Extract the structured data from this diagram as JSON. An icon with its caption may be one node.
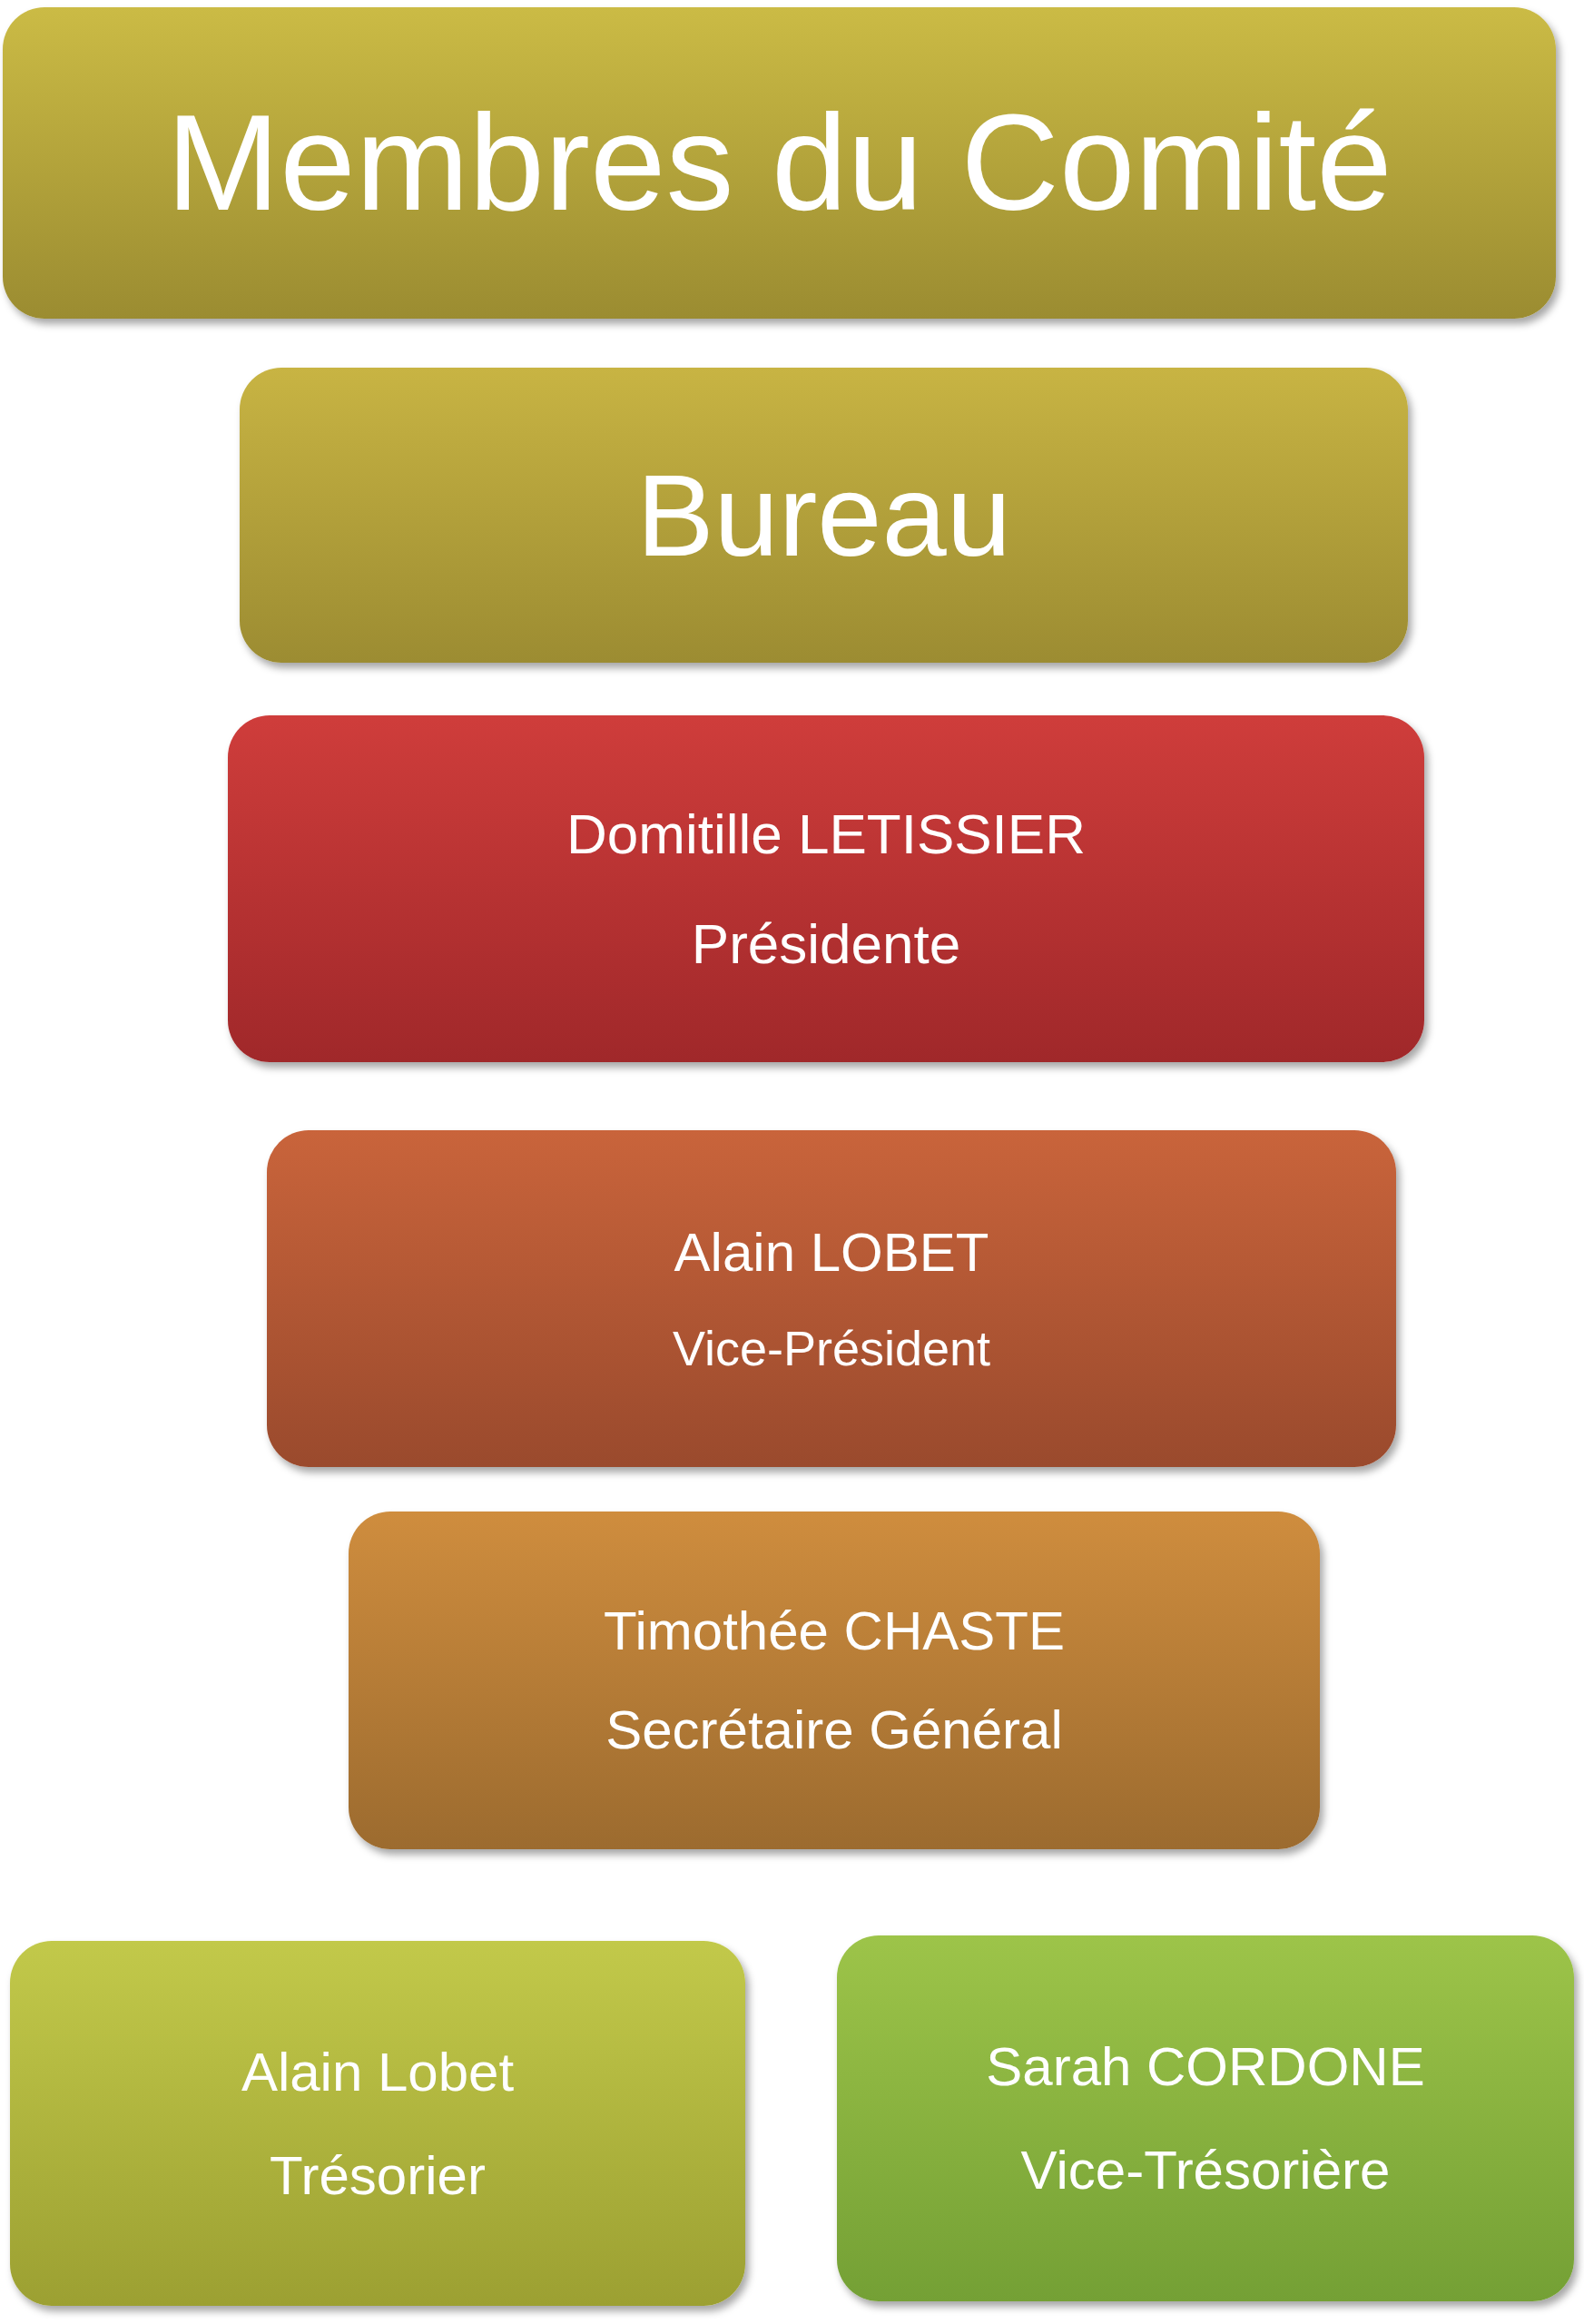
{
  "diagram": {
    "nodes": [
      {
        "text": [
          "Membres du Comité"
        ]
      },
      {
        "text": [
          "Bureau"
        ]
      },
      {
        "text": [
          "Domitille LETISSIER",
          "Présidente"
        ]
      },
      {
        "text": [
          "Alain LOBET",
          "Vice-Président"
        ]
      },
      {
        "text": [
          "Timothée CHASTE",
          "Secrétaire Général"
        ]
      },
      {
        "text": [
          "Alain Lobet",
          "Trésorier"
        ]
      },
      {
        "text": [
          "Sarah CORDONE",
          "Vice-Trésorière"
        ]
      }
    ]
  }
}
